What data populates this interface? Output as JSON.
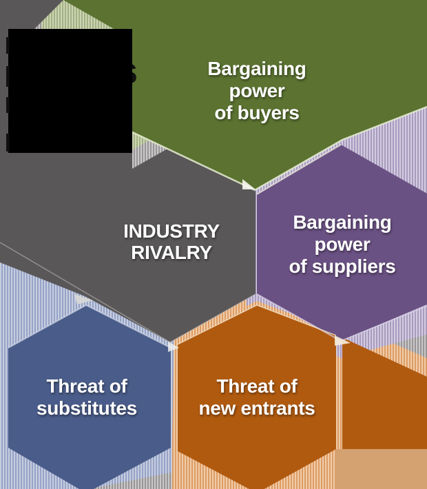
{
  "title_block": {
    "visible_fragment": "s",
    "fragment_color": "#111111",
    "box_color": "#000000"
  },
  "hexagons": [
    {
      "id": "buyers",
      "lines": [
        "Bargaining",
        "power",
        "of buyers"
      ],
      "color": "#5b7231"
    },
    {
      "id": "rivalry",
      "lines": [
        "INDUSTRY",
        "RIVALRY"
      ],
      "color": "#595757"
    },
    {
      "id": "suppliers",
      "lines": [
        "Bargaining",
        "power",
        "of suppliers"
      ],
      "color": "#6a5183"
    },
    {
      "id": "substitutes",
      "lines": [
        "Threat of",
        "substitutes"
      ],
      "color": "#4a5c89"
    },
    {
      "id": "new-entrants",
      "lines": [
        "Threat of",
        "new entrants"
      ],
      "color": "#b05a10"
    }
  ],
  "partial_hexagons": {
    "top_left_color": "#595757",
    "right_orange_color": "#b05a10",
    "bottom_right_tan_color": "#d4a171"
  },
  "label_text_color": "#ffffff"
}
